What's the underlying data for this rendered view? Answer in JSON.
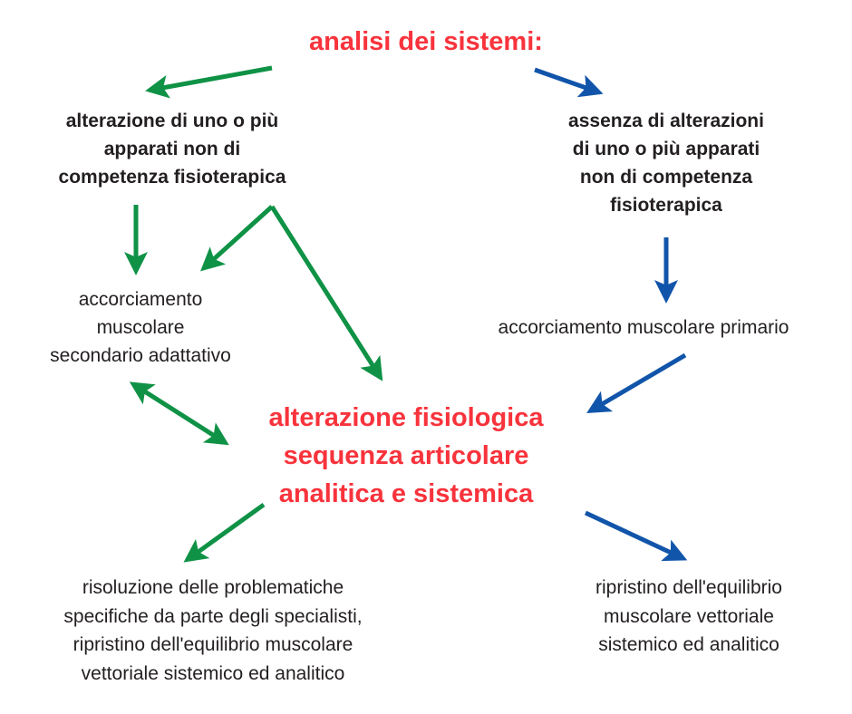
{
  "diagram": {
    "title": "analisi dei sistemi:",
    "colors": {
      "accent_red": "#f8333c",
      "branch_green": "#0f9246",
      "branch_blue": "#1155aa",
      "text_dark": "#231f20",
      "background": "#ffffff"
    },
    "nodes": {
      "title": {
        "lines": [
          "analisi dei sistemi:"
        ],
        "line0": "analisi dei sistemi:"
      },
      "left_branch": {
        "line0": "alterazione di uno o più",
        "line1": "apparati non di",
        "line2": "competenza fisioterapica"
      },
      "right_branch": {
        "line0": "assenza di alterazioni",
        "line1": "di uno o più apparati",
        "line2": "non di competenza",
        "line3": "fisioterapica"
      },
      "secondary_shortening": {
        "line0": "accorciamento",
        "line1": "muscolare",
        "line2": "secondario adattativo"
      },
      "primary_shortening": {
        "line0": "accorciamento muscolare primario"
      },
      "center": {
        "line0": "alterazione fisiologica",
        "line1": "sequenza articolare",
        "line2": "analitica e sistemica"
      },
      "bottom_left": {
        "line0": "risoluzione delle problematiche",
        "line1": "specifiche da parte degli specialisti,",
        "line2": "ripristino dell'equilibrio muscolare",
        "line3": "vettoriale sistemico ed analitico"
      },
      "bottom_right": {
        "line0": "ripristino dell'equilibrio",
        "line1": "muscolare vettoriale",
        "line2": "sistemico ed analitico"
      }
    },
    "connectors": [
      {
        "name": "title-to-left-branch",
        "color": "#0f9246",
        "direction": "down-left"
      },
      {
        "name": "title-to-right-branch",
        "color": "#1155aa",
        "direction": "down-right"
      },
      {
        "name": "left-branch-to-secondary",
        "color": "#0f9246",
        "direction": "down"
      },
      {
        "name": "left-branch-fork-to-secondary",
        "color": "#0f9246",
        "direction": "down-left"
      },
      {
        "name": "left-branch-fork-to-center",
        "color": "#0f9246",
        "direction": "down-right"
      },
      {
        "name": "secondary-center-bidirectional",
        "color": "#0f9246",
        "direction": "both"
      },
      {
        "name": "center-to-bottom-left",
        "color": "#0f9246",
        "direction": "down-left"
      },
      {
        "name": "right-branch-to-primary",
        "color": "#1155aa",
        "direction": "down"
      },
      {
        "name": "primary-to-center",
        "color": "#1155aa",
        "direction": "down-left"
      },
      {
        "name": "center-to-bottom-right",
        "color": "#1155aa",
        "direction": "down-right"
      }
    ]
  }
}
